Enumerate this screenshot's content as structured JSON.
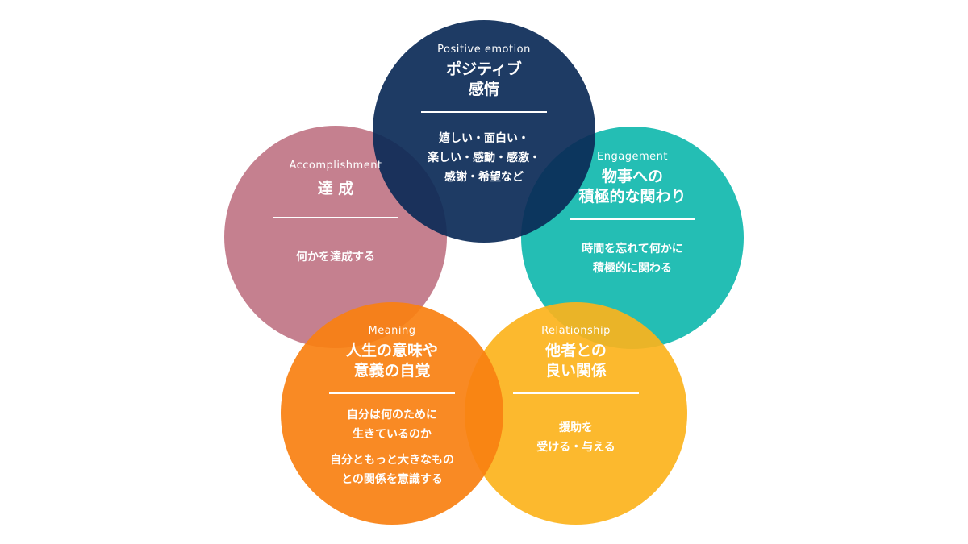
{
  "colors": {
    "positive": "#0b2a57",
    "engagement": "#11b9ae",
    "relationship": "#fcb31c",
    "meaning": "#f88011",
    "accomplishment": "#c07586"
  },
  "positive": {
    "en": "Positive emotion",
    "ja_line1": "ポジティブ",
    "ja_line2": "感情",
    "desc_line1": "嬉しい・面白い・",
    "desc_line2": "楽しい・感動・感激・",
    "desc_line3": "感謝・希望など"
  },
  "engagement": {
    "en": "Engagement",
    "ja_line1": "物事への",
    "ja_line2": "積極的な関わり",
    "desc_line1": "時間を忘れて何かに",
    "desc_line2": "積極的に関わる"
  },
  "relationship": {
    "en": "Relationship",
    "ja_line1": "他者との",
    "ja_line2": "良い関係",
    "desc_line1": "援助を",
    "desc_line2": "受ける・与える"
  },
  "meaning": {
    "en": "Meaning",
    "ja_line1": "人生の意味や",
    "ja_line2": "意義の自覚",
    "desc_line1": "自分は何のために",
    "desc_line2": "生きているのか",
    "desc_line3": "自分ともっと大きなもの",
    "desc_line4": "との関係を意識する"
  },
  "accomplishment": {
    "en": "Accomplishment",
    "ja": "達 成",
    "desc": "何かを達成する"
  }
}
